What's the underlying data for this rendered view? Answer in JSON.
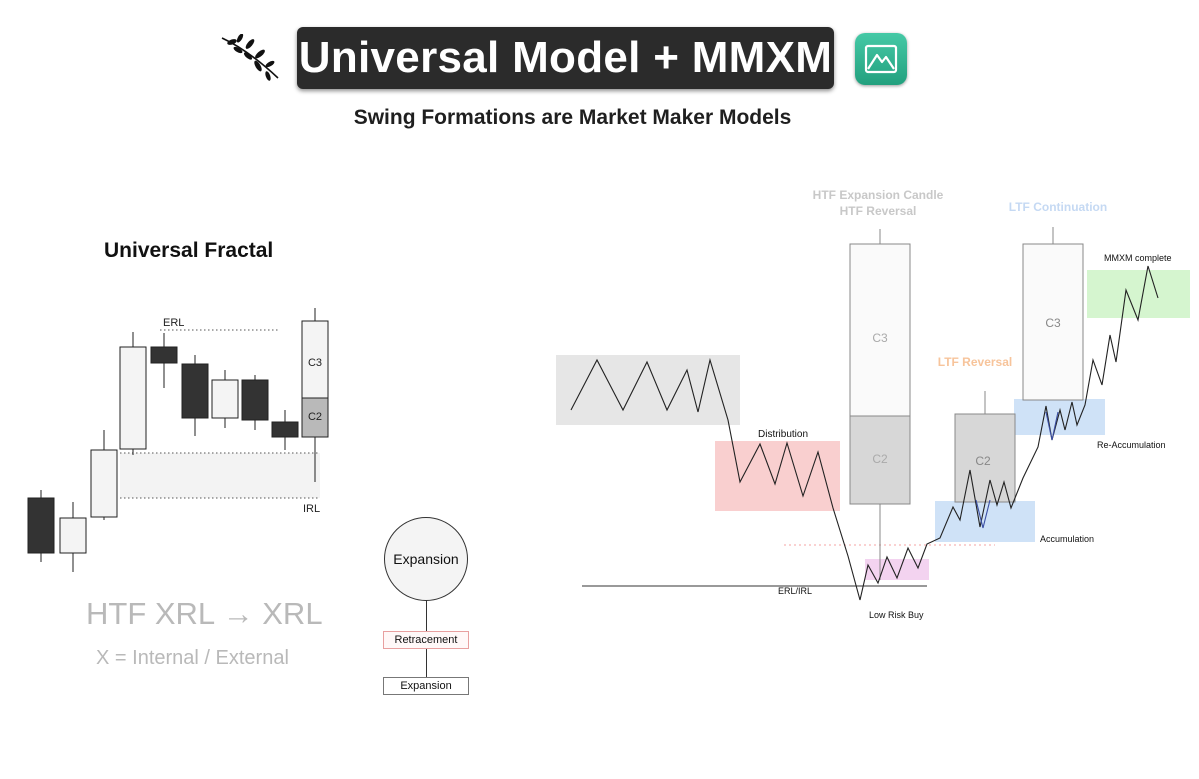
{
  "header": {
    "title": "Universal Model + MMXM",
    "subtitle": "Swing Formations are Market Maker Models"
  },
  "left_panel": {
    "title": "Universal Fractal",
    "erl_label": "ERL",
    "irl_label": "IRL",
    "c3_label": "C3",
    "c2_label": "C2",
    "formula": "HTF XRL → XRL",
    "formula_note": "X = Internal / External"
  },
  "mini_diagram": {
    "circle_label": "Expansion",
    "box1_label": "Retracement",
    "box2_label": "Expansion"
  },
  "right_panel": {
    "htf_title_line1": "HTF Expansion Candle",
    "htf_title_line2": "HTF Reversal",
    "ltf_continuation": "LTF Continuation",
    "ltf_reversal": "LTF Reversal",
    "mmxm_complete": "MMXM complete",
    "distribution": "Distribution",
    "re_accumulation": "Re-Accumulation",
    "accumulation": "Accumulation",
    "erl_irl": "ERL/IRL",
    "low_risk_buy": "Low Risk Buy",
    "htf_c3": "C3",
    "htf_c2": "C2",
    "ltf_c2": "C2",
    "ltf_c3": "C3"
  },
  "colors": {
    "title_bg": "#2b2b2b",
    "distribution_zone": "#f9cfcf",
    "accumulation_zone": "#cfe2f7",
    "complete_zone": "#d5f5cf",
    "low_risk_zone": "#f3d3f0",
    "ltf_reversal": "#f7c49b",
    "ltf_continuation": "#c5d9f3",
    "logo": "#2fb38f"
  },
  "icons": {
    "left_ornament": "sprig-icon",
    "right_logo": "mountain-logo-icon"
  }
}
